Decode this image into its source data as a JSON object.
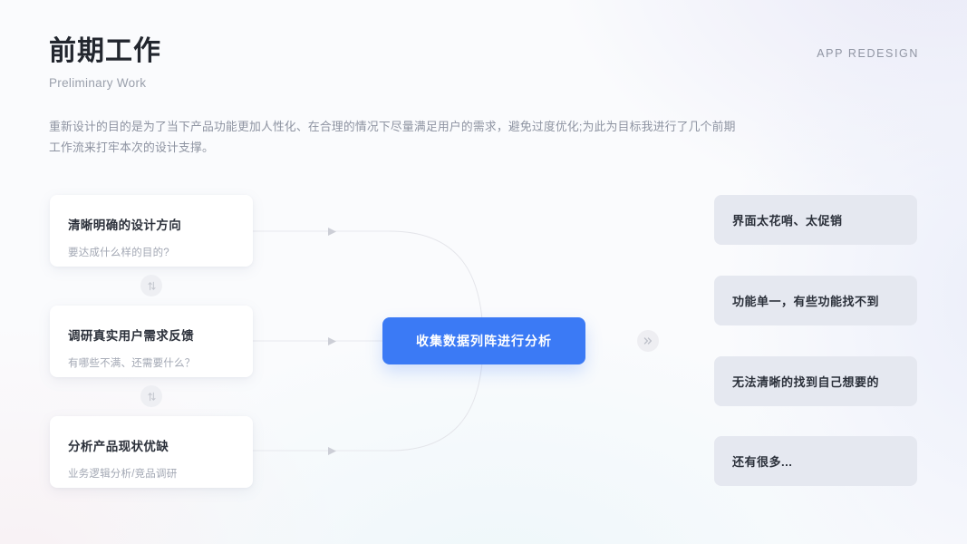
{
  "header": {
    "title": "前期工作",
    "subtitle": "Preliminary Work",
    "eyebrow": "APP REDESIGN",
    "description": "重新设计的目的是为了当下产品功能更加人性化、在合理的情况下尽量满足用户的需求，避免过度优化;为此为目标我进行了几个前期工作流来打牢本次的设计支撑。"
  },
  "left_cards": [
    {
      "heading": "清晰明确的设计方向",
      "sub": "要达成什么样的目的?"
    },
    {
      "heading": "调研真实用户需求反馈",
      "sub": "有哪些不满、还需要什么？"
    },
    {
      "heading": "分析产品现状优缺",
      "sub": "业务逻辑分析/竞品调研"
    }
  ],
  "connectors": {
    "swap_icon": "swap-vertical-icon",
    "arrow_icon": "arrow-right-icon",
    "chevron_icon": "double-chevron-right-icon"
  },
  "cta": {
    "label": "收集数据列阵进行分析",
    "color": "#3b7af5"
  },
  "right_cards": [
    {
      "label": "界面太花哨、太促销"
    },
    {
      "label": "功能单一，有些功能找不到"
    },
    {
      "label": "无法清晰的找到自己想要的"
    },
    {
      "label": "还有很多..."
    }
  ],
  "colors": {
    "accent": "#3b7af5",
    "card_bg": "#ffffff",
    "right_card_bg": "#e5e8f0",
    "title": "#22262e",
    "muted": "#9aa0ac",
    "page_bg": "#fafbfd"
  }
}
